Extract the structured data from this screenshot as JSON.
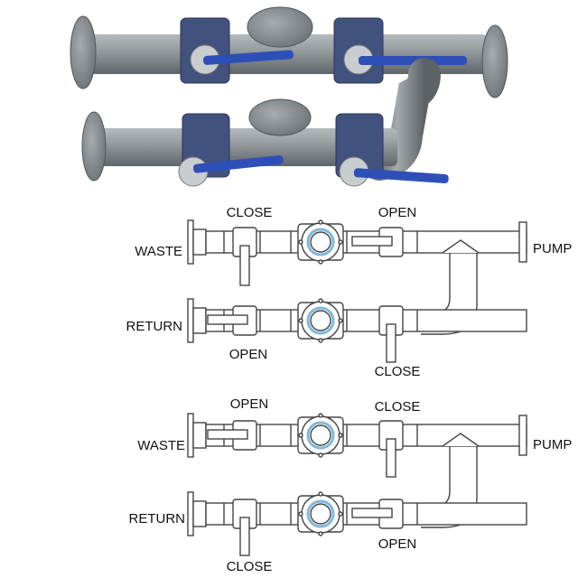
{
  "diagrams": [
    {
      "top_labels": [
        "CLOSE",
        "OPEN"
      ],
      "left_labels": [
        "WASTE",
        "RETURN"
      ],
      "right_label": "PUMP",
      "bottom_labels": [
        "OPEN",
        "CLOSE"
      ]
    },
    {
      "top_labels": [
        "OPEN",
        "CLOSE"
      ],
      "left_labels": [
        "WASTE",
        "RETURN"
      ],
      "right_label": "PUMP",
      "bottom_labels": [
        "CLOSE",
        "OPEN"
      ]
    }
  ],
  "colors": {
    "pipe_gray": "#8f9598",
    "flange_gray": "#7d8386",
    "valve_body": "#3b4f8a",
    "handle_blue": "#2f4fb8",
    "line": "#444444",
    "sight_glass": "#7fb8dc"
  }
}
